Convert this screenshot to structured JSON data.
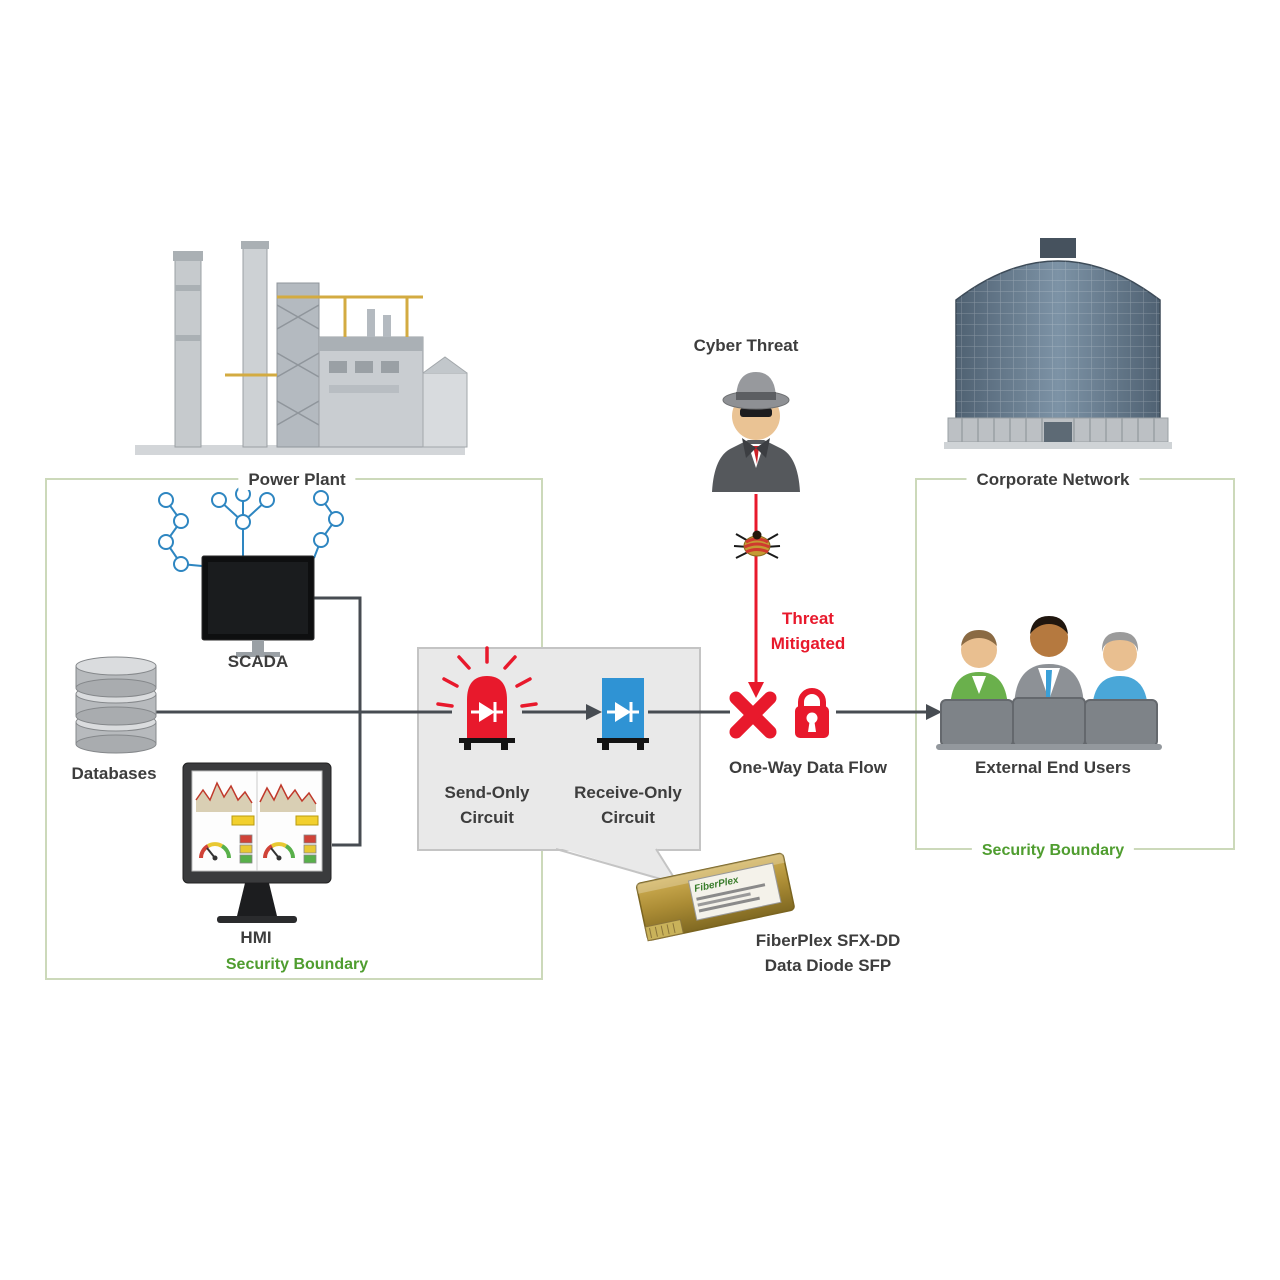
{
  "diagram": {
    "nodes": {
      "power_plant": {
        "label": "Power Plant"
      },
      "corporate_network": {
        "label": "Corporate Network"
      },
      "cyber_threat": {
        "label": "Cyber Threat"
      },
      "scada": {
        "label": "SCADA"
      },
      "databases": {
        "label": "Databases"
      },
      "hmi": {
        "label": "HMI"
      },
      "send_only": {
        "label_line1": "Send-Only",
        "label_line2": "Circuit"
      },
      "receive_only": {
        "label_line1": "Receive-Only",
        "label_line2": "Circuit"
      },
      "external_users": {
        "label": "External End Users"
      },
      "sfp": {
        "label_line1": "FiberPlex SFX-DD",
        "label_line2": "Data Diode SFP",
        "brand": "FiberPlex"
      }
    },
    "annotations": {
      "threat_mitigated_line1": "Threat",
      "threat_mitigated_line2": "Mitigated",
      "one_way_data_flow": "One-Way Data Flow",
      "security_boundary_left": "Security Boundary",
      "security_boundary_right": "Security Boundary"
    },
    "colors": {
      "threat_red": "#e8192c",
      "receive_blue": "#2f93d4",
      "boundary_green_text": "#4f9d2f",
      "boundary_border": "#ccd9ba",
      "flow_line": "#474c52",
      "callout_gray": "#e9e9e9"
    }
  }
}
